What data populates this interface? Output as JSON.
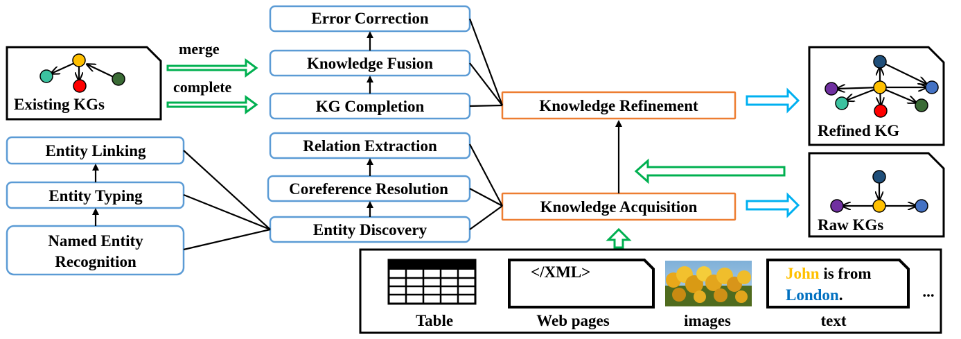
{
  "existing_kgs": {
    "label": "Existing KGs"
  },
  "flow_labels": {
    "merge": "merge",
    "complete": "complete"
  },
  "refinement": {
    "error_correction": "Error Correction",
    "knowledge_fusion": "Knowledge Fusion",
    "kg_completion": "KG Completion",
    "knowledge_refinement": "Knowledge Refinement"
  },
  "acquisition": {
    "relation_extraction": "Relation Extraction",
    "coreference_resolution": "Coreference Resolution",
    "entity_discovery": "Entity Discovery",
    "knowledge_acquisition": "Knowledge Acquisition"
  },
  "entity_discovery_steps": {
    "entity_linking": "Entity Linking",
    "entity_typing": "Entity Typing",
    "ner_line1": "Named Entity",
    "ner_line2": "Recognition"
  },
  "outputs": {
    "refined_kg": "Refined KG",
    "raw_kgs": "Raw KGs"
  },
  "sources": {
    "table": "Table",
    "web_pages": "Web pages",
    "xml_tag": "</XML>",
    "images": "images",
    "text": "text",
    "text_word_john": "John",
    "text_is_from": " is from",
    "text_word_london": "London",
    "text_period": ".",
    "ellipsis": "..."
  },
  "colors": {
    "box_blue": "#5b9bd5",
    "box_orange": "#ed7d31",
    "arrow_green": "#00b050",
    "arrow_blue": "#00b0f0",
    "john_text": "#ffc000",
    "london_text": "#0070c0",
    "node_teal": "#3cc2a0",
    "node_gold": "#ffc000",
    "node_red": "#ff0000",
    "node_darkgreen": "#3a6b35",
    "node_purple": "#7030a0",
    "node_navy": "#1f4e79",
    "node_blue": "#4472c4"
  }
}
